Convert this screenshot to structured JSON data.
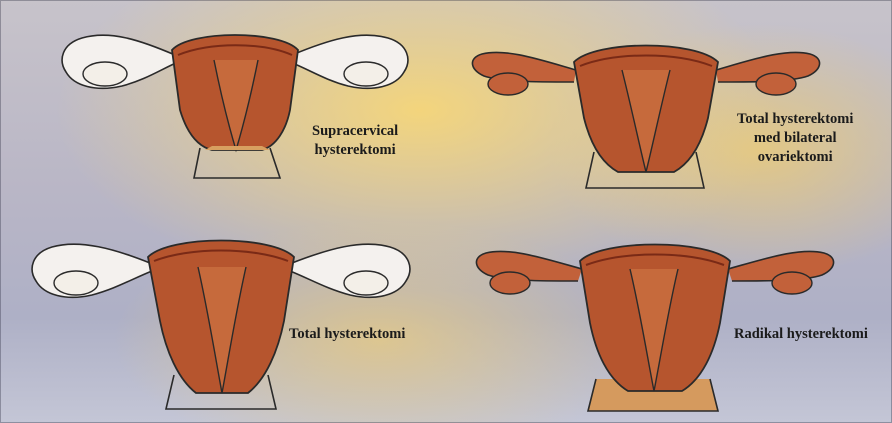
{
  "colors": {
    "muscle": "#b6552e",
    "muscle_dark": "#7a2a16",
    "fundus": "#c8693a",
    "ovary": "#c2613a",
    "outline": "#2a2a2a",
    "background_warm": "#f6d678",
    "background_cool": "#aeb0c6"
  },
  "panels": [
    {
      "id": "supracervical",
      "lines": [
        "Supracervical",
        "hysterektomi"
      ]
    },
    {
      "id": "total_bso",
      "lines": [
        "Total hysterektomi",
        "med bilateral",
        "ovariektomi"
      ]
    },
    {
      "id": "total",
      "lines": [
        "Total hysterektomi"
      ]
    },
    {
      "id": "radikal",
      "lines": [
        "Radikal hysterektomi"
      ]
    }
  ]
}
